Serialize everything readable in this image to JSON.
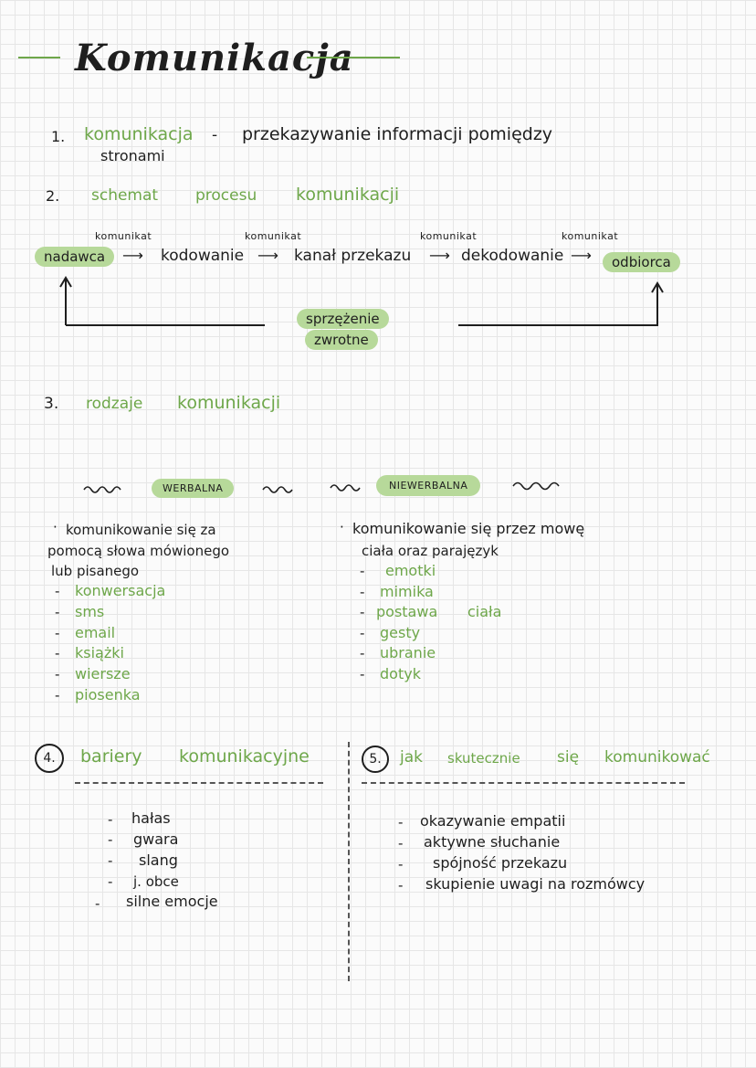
{
  "title": "Komunikacja",
  "section1": {
    "num": "1.",
    "term": "komunikacja",
    "dash": "-",
    "def_line1": "przekazywanie   informacji  pomiędzy",
    "def_line2": "stronami"
  },
  "section2": {
    "num": "2.",
    "heading": [
      "schemat",
      "procesu",
      "komunikacji"
    ],
    "labels": [
      "komunikat",
      "komunikat",
      "komunikat",
      "komunikat"
    ],
    "nodes": [
      "nadawca",
      "kodowanie",
      "kanał przekazu",
      "dekodowanie",
      "odbiorca"
    ],
    "feedback": [
      "sprzężenie",
      "zwrotne"
    ]
  },
  "section3": {
    "num": "3.",
    "heading": [
      "rodzaje",
      "komunikacji"
    ],
    "verbal": {
      "tag": "WERBALNA",
      "desc": [
        "komunikowanie się za",
        "pomocą słowa mówionego",
        "lub pisanego"
      ],
      "items": [
        "konwersacja",
        "sms",
        "email",
        "książki",
        "wiersze",
        "piosenka"
      ]
    },
    "nonverbal": {
      "tag": "NIEWERBALNA",
      "desc_line1": "komunikowanie się przez mowę",
      "desc_line2": "ciała oraz parajęzyk",
      "items": [
        "emotki",
        "mimika",
        "postawa",
        "gesty",
        "ubranie",
        "dotyk"
      ],
      "item3_suffix": "ciała"
    }
  },
  "section4": {
    "num": "4.",
    "heading": [
      "bariery",
      "komunikacyjne"
    ],
    "items": [
      "hałas",
      "gwara",
      "slang",
      "j. obce",
      "silne emocje"
    ]
  },
  "section5": {
    "num": "5.",
    "heading": [
      "jak",
      "skutecznie",
      "się",
      "komunikować"
    ],
    "items": [
      "okazywanie empatii",
      "aktywne słuchanie",
      "spójność przekazu",
      "skupienie uwagi na rozmówcy"
    ]
  },
  "colors": {
    "accent": "#6ea74a",
    "highlight": "#b7d99a",
    "ink": "#1e1e1e"
  }
}
